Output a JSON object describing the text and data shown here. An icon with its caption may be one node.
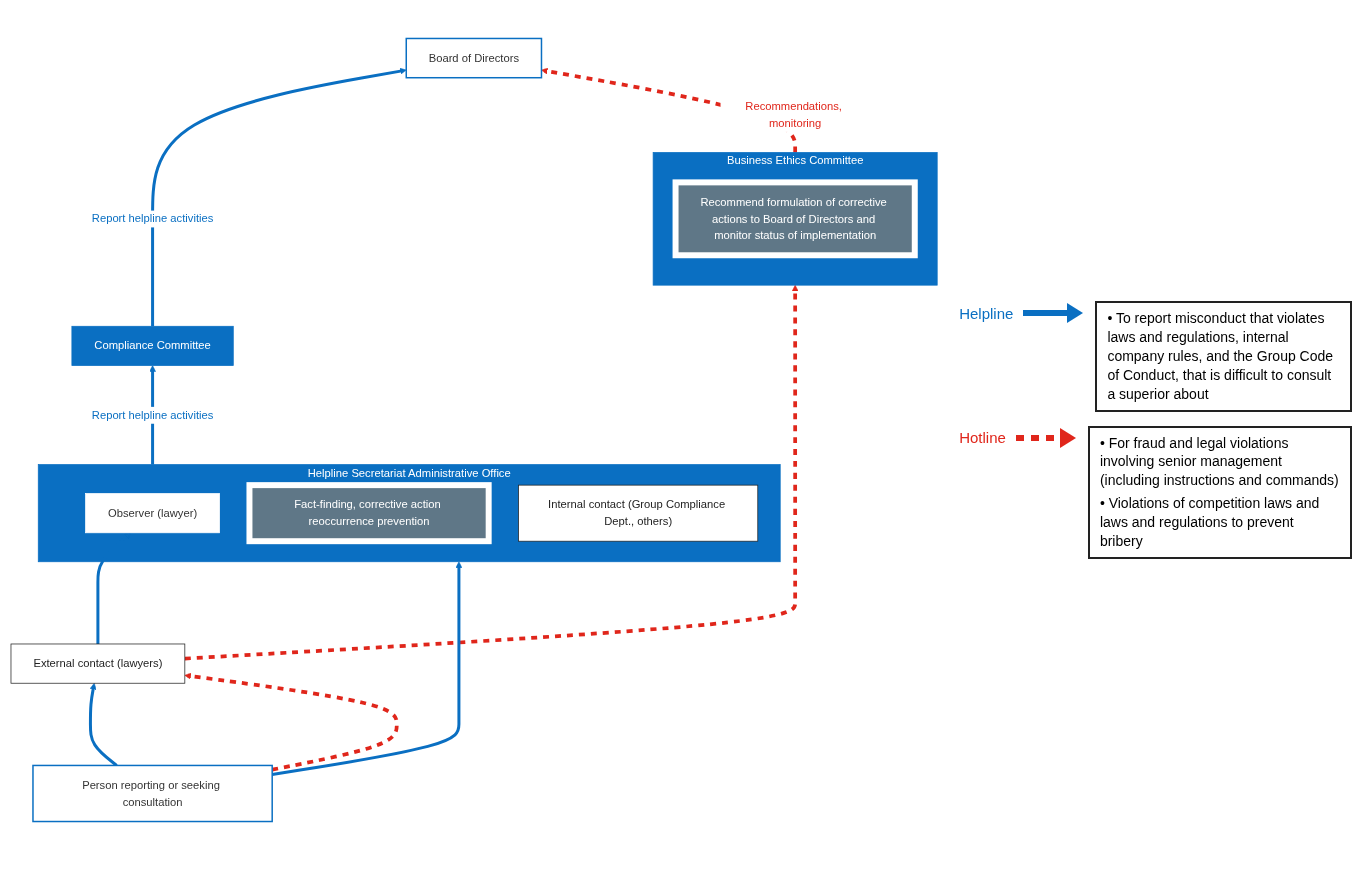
{
  "diagram": {
    "nodes": [
      {
        "text": [
          "Board of Directors"
        ]
      },
      {
        "text": [
          "Compliance Committee"
        ]
      },
      {
        "text": [
          "Business Ethics Committee"
        ]
      },
      {
        "text": [
          "Recommend formulation of corrective actions to Board of Directors and monitor status of implementation"
        ],
        "in": 2
      },
      {
        "text": [
          "Helpline Secretariat Administrative Office"
        ]
      },
      {
        "text": [
          "Observer (lawyer)"
        ],
        "in": 4
      },
      {
        "text": [
          "Fact-finding, corrective action reoccurrence prevention"
        ],
        "in": 4
      },
      {
        "text": [
          "Internal contact (Group Compliance Dept., others)"
        ],
        "in": 4
      },
      {
        "text": [
          "External contact (lawyers)"
        ]
      },
      {
        "text": [
          "Person reporting or seeking consultation"
        ]
      }
    ],
    "edges": [
      {
        "from": 1,
        "to": 0,
        "arrow": "to",
        "label": "Report helpline activities"
      },
      {
        "from": 4,
        "to": 1,
        "arrow": "to",
        "label": "Report helpline activities"
      },
      {
        "from": 2,
        "to": 0,
        "arrow": "to",
        "label": "Recommendations, monitoring",
        "style": "dashed",
        "color": "#e0261b"
      },
      {
        "from": 8,
        "to": 2,
        "arrow": "to",
        "style": "dashed",
        "color": "#e0261b"
      },
      {
        "from": 8,
        "to": 5,
        "arrow": "to"
      },
      {
        "from": 9,
        "to": 4,
        "arrow": "to"
      },
      {
        "from": 9,
        "to": 8,
        "arrow": "to"
      },
      {
        "from": 9,
        "to": 8,
        "arrow": "to",
        "style": "dashed",
        "color": "#e0261b"
      }
    ],
    "labels": [
      "• To report misconduct that violates laws and regulations, internal company rules, and the Group Code of Conduct, that is difficult to consult a superior about",
      "• For fraud and legal violations involving senior management (including instructions and commands)",
      "• Violations of competition laws and laws and regulations to prevent bribery"
    ],
    "legend": [
      {
        "text": "Helpline"
      },
      {
        "text": "Hotline"
      }
    ]
  }
}
